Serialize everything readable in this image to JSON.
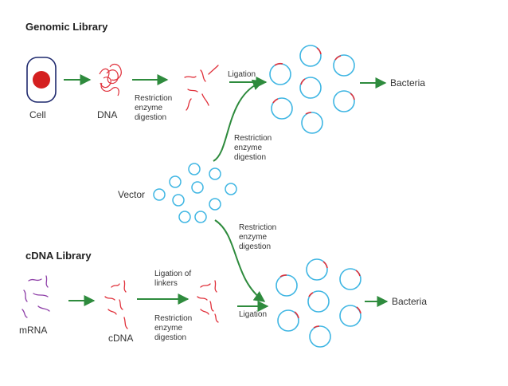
{
  "genomic": {
    "heading": "Genomic Library",
    "cell_label": "Cell",
    "dna_label": "DNA",
    "digest_label": [
      "Restriction",
      "enzyme",
      "digestion"
    ],
    "ligation_label": "Ligation",
    "bacteria_label": "Bacteria"
  },
  "vector": {
    "label": "Vector",
    "digest_upper": [
      "Restriction",
      "enzyme",
      "digestion"
    ],
    "digest_lower": [
      "Restriction",
      "enzyme",
      "digestion"
    ]
  },
  "cdna": {
    "heading": "cDNA Library",
    "mrna_label": "mRNA",
    "cdna_label": "cDNA",
    "linkers_label": [
      "Ligation of",
      "linkers"
    ],
    "digest_label": [
      "Restriction",
      "enzyme",
      "digestion"
    ],
    "ligation_label": "Ligation",
    "bacteria_label": "Bacteria"
  },
  "colors": {
    "arrow": "#2e8b3d",
    "dna": "#e0303a",
    "circle": "#3fb6e3",
    "cell_border": "#1f2a6e",
    "nucleus": "#d41f1f",
    "mrna": "#8e3fa8"
  }
}
